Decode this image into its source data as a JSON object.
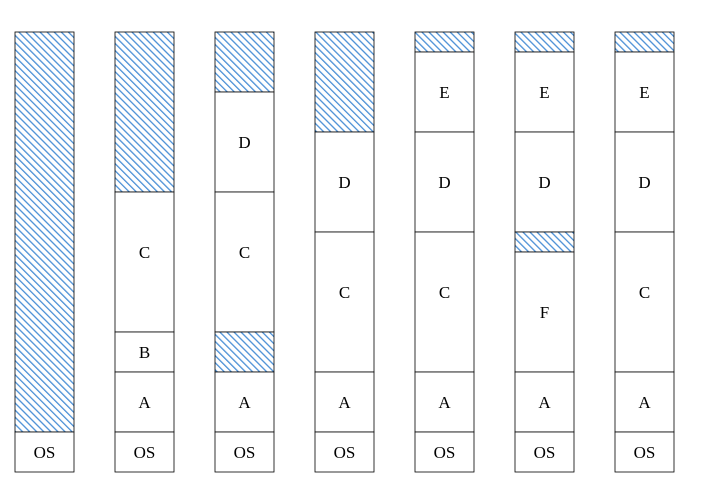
{
  "diagram": {
    "hatch_color": "#4a8fd6",
    "line_color": "#000000",
    "columns": [
      {
        "segments": [
          {
            "kind": "free",
            "label": "",
            "size": 400
          },
          {
            "kind": "used",
            "label": "OS",
            "size": 40
          }
        ]
      },
      {
        "segments": [
          {
            "kind": "free",
            "label": "",
            "size": 160
          },
          {
            "kind": "used",
            "label": "C",
            "size": 140
          },
          {
            "kind": "used",
            "label": "B",
            "size": 40
          },
          {
            "kind": "used",
            "label": "A",
            "size": 60
          },
          {
            "kind": "used",
            "label": "OS",
            "size": 40
          }
        ]
      },
      {
        "segments": [
          {
            "kind": "free",
            "label": "",
            "size": 60
          },
          {
            "kind": "used",
            "label": "D",
            "size": 100
          },
          {
            "kind": "used",
            "label": "C",
            "size": 140
          },
          {
            "kind": "free",
            "label": "",
            "size": 40
          },
          {
            "kind": "used",
            "label": "A",
            "size": 60
          },
          {
            "kind": "used",
            "label": "OS",
            "size": 40
          }
        ]
      },
      {
        "segments": [
          {
            "kind": "free",
            "label": "",
            "size": 100
          },
          {
            "kind": "used",
            "label": "D",
            "size": 100
          },
          {
            "kind": "used",
            "label": "C",
            "size": 140
          },
          {
            "kind": "used",
            "label": "A",
            "size": 60
          },
          {
            "kind": "used",
            "label": "OS",
            "size": 40
          }
        ]
      },
      {
        "segments": [
          {
            "kind": "free",
            "label": "",
            "size": 20
          },
          {
            "kind": "used",
            "label": "E",
            "size": 80
          },
          {
            "kind": "used",
            "label": "D",
            "size": 100
          },
          {
            "kind": "used",
            "label": "C",
            "size": 140
          },
          {
            "kind": "used",
            "label": "A",
            "size": 60
          },
          {
            "kind": "used",
            "label": "OS",
            "size": 40
          }
        ]
      },
      {
        "segments": [
          {
            "kind": "free",
            "label": "",
            "size": 20
          },
          {
            "kind": "used",
            "label": "E",
            "size": 80
          },
          {
            "kind": "used",
            "label": "D",
            "size": 100
          },
          {
            "kind": "free",
            "label": "",
            "size": 20
          },
          {
            "kind": "used",
            "label": "F",
            "size": 120
          },
          {
            "kind": "used",
            "label": "A",
            "size": 60
          },
          {
            "kind": "used",
            "label": "OS",
            "size": 40
          }
        ]
      },
      {
        "segments": [
          {
            "kind": "free",
            "label": "",
            "size": 20
          },
          {
            "kind": "used",
            "label": "E",
            "size": 80
          },
          {
            "kind": "used",
            "label": "D",
            "size": 100
          },
          {
            "kind": "used",
            "label": "C",
            "size": 140
          },
          {
            "kind": "used",
            "label": "A",
            "size": 60
          },
          {
            "kind": "used",
            "label": "OS",
            "size": 40
          }
        ]
      }
    ]
  }
}
